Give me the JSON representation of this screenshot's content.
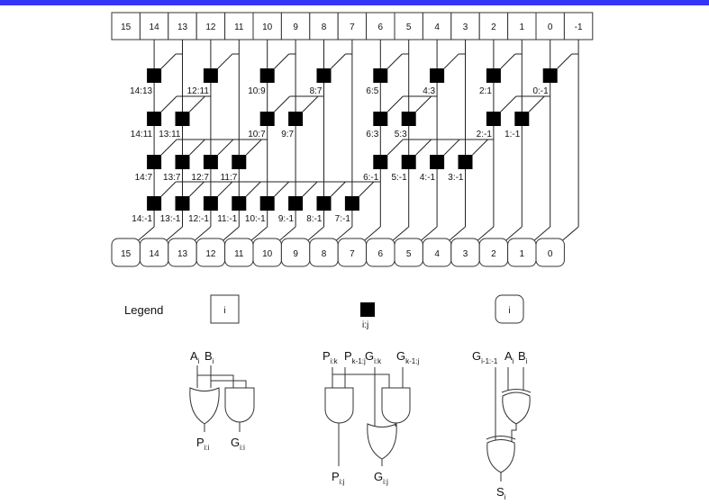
{
  "top_bar_color": "#3535f5",
  "input_columns": [
    "15",
    "14",
    "13",
    "12",
    "11",
    "10",
    "9",
    "8",
    "7",
    "6",
    "5",
    "4",
    "3",
    "2",
    "1",
    "0",
    "-1"
  ],
  "output_columns": [
    "15",
    "14",
    "13",
    "12",
    "11",
    "10",
    "9",
    "8",
    "7",
    "6",
    "5",
    "4",
    "3",
    "2",
    "1",
    "0"
  ],
  "levels": [
    {
      "nodes": [
        {
          "col": 14,
          "src": 13,
          "label": "14:13"
        },
        {
          "col": 12,
          "src": 11,
          "label": "12:11"
        },
        {
          "col": 10,
          "src": 9,
          "label": "10:9"
        },
        {
          "col": 8,
          "src": 7,
          "label": "8:7"
        },
        {
          "col": 6,
          "src": 5,
          "label": "6:5"
        },
        {
          "col": 4,
          "src": 3,
          "label": "4:3"
        },
        {
          "col": 2,
          "src": 1,
          "label": "2:1"
        },
        {
          "col": 0,
          "src": -1,
          "label": "0:-1"
        }
      ]
    },
    {
      "nodes": [
        {
          "col": 14,
          "src": 12,
          "label": "14:11"
        },
        {
          "col": 13,
          "src": 12,
          "label": "13:11"
        },
        {
          "col": 10,
          "src": 8,
          "label": "10:7"
        },
        {
          "col": 9,
          "src": 8,
          "label": "9:7"
        },
        {
          "col": 6,
          "src": 4,
          "label": "6:3"
        },
        {
          "col": 5,
          "src": 4,
          "label": "5:3"
        },
        {
          "col": 2,
          "src": 0,
          "label": "2:-1"
        },
        {
          "col": 1,
          "src": 0,
          "label": "1:-1"
        }
      ]
    },
    {
      "nodes": [
        {
          "col": 14,
          "src": 10,
          "label": "14:7"
        },
        {
          "col": 13,
          "src": 10,
          "label": "13:7"
        },
        {
          "col": 12,
          "src": 10,
          "label": "12:7"
        },
        {
          "col": 11,
          "src": 10,
          "label": "11:7"
        },
        {
          "col": 6,
          "src": 2,
          "label": "6:-1"
        },
        {
          "col": 5,
          "src": 2,
          "label": "5:-1"
        },
        {
          "col": 4,
          "src": 2,
          "label": "4:-1"
        },
        {
          "col": 3,
          "src": 2,
          "label": "3:-1"
        }
      ]
    },
    {
      "nodes": [
        {
          "col": 14,
          "src": 6,
          "label": "14:-1"
        },
        {
          "col": 13,
          "src": 6,
          "label": "13:-1"
        },
        {
          "col": 12,
          "src": 6,
          "label": "12:-1"
        },
        {
          "col": 11,
          "src": 6,
          "label": "11:-1"
        },
        {
          "col": 10,
          "src": 6,
          "label": "10:-1"
        },
        {
          "col": 9,
          "src": 6,
          "label": "9:-1"
        },
        {
          "col": 8,
          "src": 6,
          "label": "8:-1"
        },
        {
          "col": 7,
          "src": 6,
          "label": "7:-1"
        }
      ]
    }
  ],
  "legend": {
    "title": "Legend",
    "input_box_label": "i",
    "black_cell_label": "i:j",
    "output_box_label": "i"
  },
  "gates": {
    "pg": {
      "inputs": [
        {
          "main": "A",
          "sub": "i"
        },
        {
          "main": "B",
          "sub": "i"
        }
      ],
      "outputs": [
        {
          "main": "P",
          "sub": "i:i"
        },
        {
          "main": "G",
          "sub": "i:i"
        }
      ]
    },
    "black": {
      "inputs": [
        {
          "main": "P",
          "sub": "i:k"
        },
        {
          "main": "P",
          "sub": "k-1:j"
        },
        {
          "main": "G",
          "sub": "i:k"
        },
        {
          "main": "G",
          "sub": "k-1:j"
        }
      ],
      "outputs": [
        {
          "main": "P",
          "sub": "i:j"
        },
        {
          "main": "G",
          "sub": "i:j"
        }
      ]
    },
    "sum": {
      "inputs": [
        {
          "main": "G",
          "sub": "i-1:-1"
        },
        {
          "main": "A",
          "sub": "i"
        },
        {
          "main": "B",
          "sub": "i"
        }
      ],
      "outputs": [
        {
          "main": "S",
          "sub": "i"
        }
      ]
    }
  }
}
